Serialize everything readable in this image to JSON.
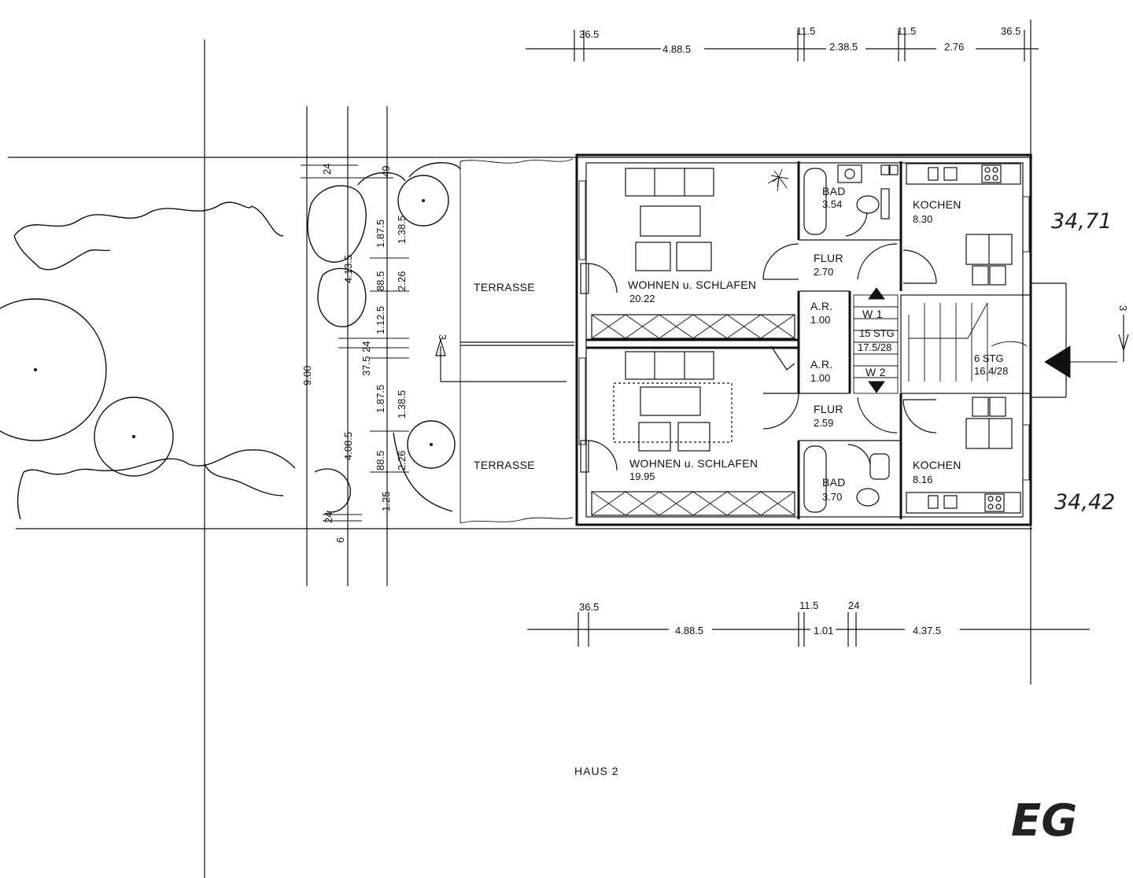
{
  "plan": {
    "house_label": "HAUS 2",
    "floor_label": "EG",
    "elevation_top": "34,71",
    "elevation_bottom": "34,42"
  },
  "rooms": {
    "terrace_top": "TERRASSE",
    "terrace_bottom": "TERRASSE",
    "living_top": "WOHNEN u. SCHLAFEN",
    "living_top_area": "20.22",
    "living_bottom": "WOHNEN u. SCHLAFEN",
    "living_bottom_area": "19.95",
    "bath_top": "BAD",
    "bath_top_area": "3.54",
    "bath_bottom": "BAD",
    "bath_bottom_area": "3.70",
    "kitchen_top": "KOCHEN",
    "kitchen_top_area": "8.30",
    "kitchen_bottom": "KOCHEN",
    "kitchen_bottom_area": "8.16",
    "hall_top": "FLUR",
    "hall_top_area": "2.70",
    "hall_bottom": "FLUR",
    "hall_bottom_area": "2.59",
    "storage_top": "A.R.",
    "storage_top_area": "1.00",
    "storage_bottom": "A.R.",
    "storage_bottom_area": "1.00",
    "apartment_1": "W 1",
    "apartment_2": "W 2",
    "stair_inner": "15 STG",
    "stair_inner_rise": "17.5/28",
    "stair_outer": "6 STG",
    "stair_outer_rise": "16.4/28",
    "section_mark_right": "3",
    "section_mark_left": "3"
  },
  "dimensions": {
    "top": [
      "36.5",
      "4.88.5",
      "11.5",
      "2.38.5",
      "11.5",
      "2.76",
      "36.5"
    ],
    "bottom": [
      "36.5",
      "4.88.5",
      "11.5",
      "1.01",
      "24",
      "4.37.5"
    ],
    "left_overall": "9.00",
    "left_col1": [
      "4.13.5",
      "4.08.5"
    ],
    "left_col2": [
      "24",
      "1.87.5",
      "88.5",
      "1.12.5",
      "24",
      "37.5",
      "1.87.5",
      "88.5",
      "24",
      "6"
    ],
    "left_col3": [
      "49",
      "1.38.5",
      "2.26",
      "1.38.5",
      "2.26",
      "1.25"
    ]
  }
}
